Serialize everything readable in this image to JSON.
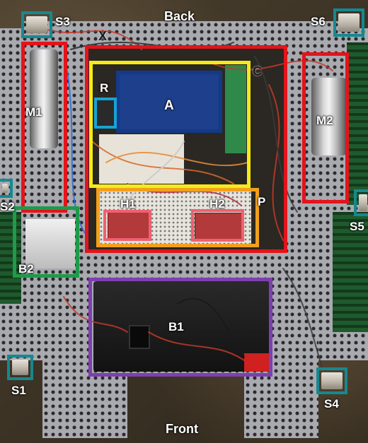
{
  "labels": {
    "back": "Back",
    "front": "Front",
    "x": "X",
    "c": "C",
    "p": "P",
    "a": "A",
    "r": "R",
    "m1": "M1",
    "m2": "M2",
    "h1": "H1",
    "h2": "H2",
    "b1": "B1",
    "b2": "B2",
    "s1": "S1",
    "s2": "S2",
    "s3": "S3",
    "s4": "S4",
    "s5": "S5",
    "s6": "S6"
  },
  "colors": {
    "red": "#e3141b",
    "yellow": "#f4ea1a",
    "navy": "#143a87",
    "cyan": "#16a3d6",
    "orange": "#f2a01c",
    "pink": "#f06070",
    "green": "#1f9a4a",
    "purple": "#7e3fb0",
    "teal": "#17888f"
  }
}
